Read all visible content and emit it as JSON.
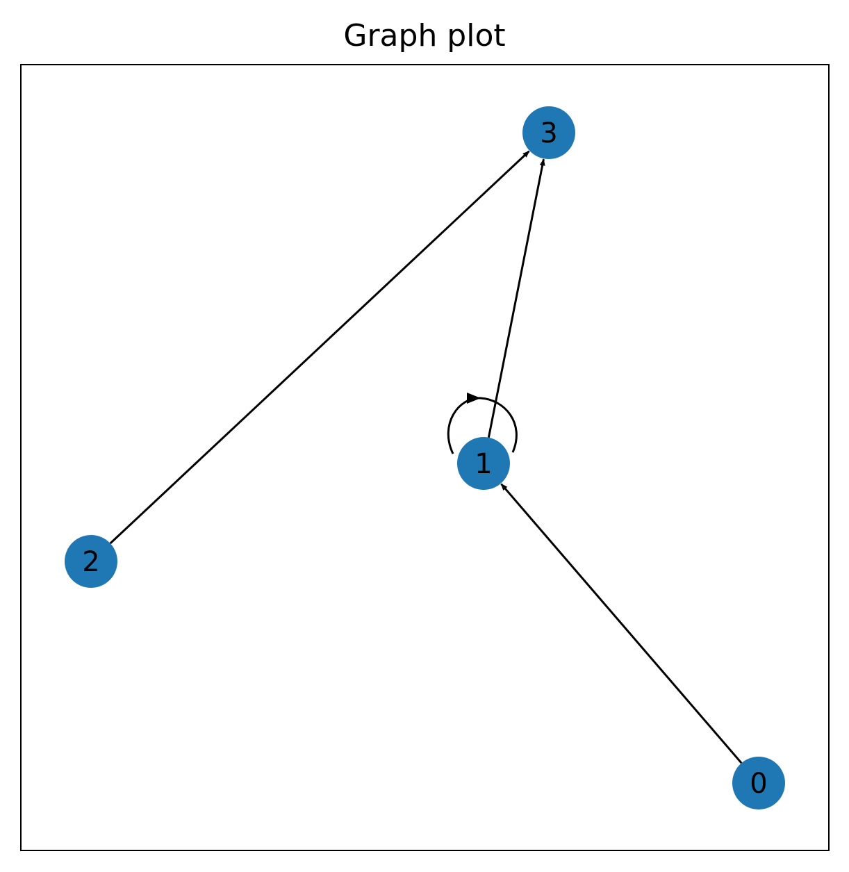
{
  "title": "Graph plot",
  "colors": {
    "node_fill": "#1f77b4",
    "edge": "#000000",
    "frame": "#000000",
    "label": "#000000"
  },
  "graph": {
    "directed": true,
    "nodes": [
      {
        "id": "0",
        "label": "0"
      },
      {
        "id": "1",
        "label": "1"
      },
      {
        "id": "2",
        "label": "2"
      },
      {
        "id": "3",
        "label": "3"
      }
    ],
    "edges": [
      {
        "source": "0",
        "target": "1"
      },
      {
        "source": "1",
        "target": "1"
      },
      {
        "source": "1",
        "target": "3"
      },
      {
        "source": "2",
        "target": "3"
      }
    ]
  }
}
